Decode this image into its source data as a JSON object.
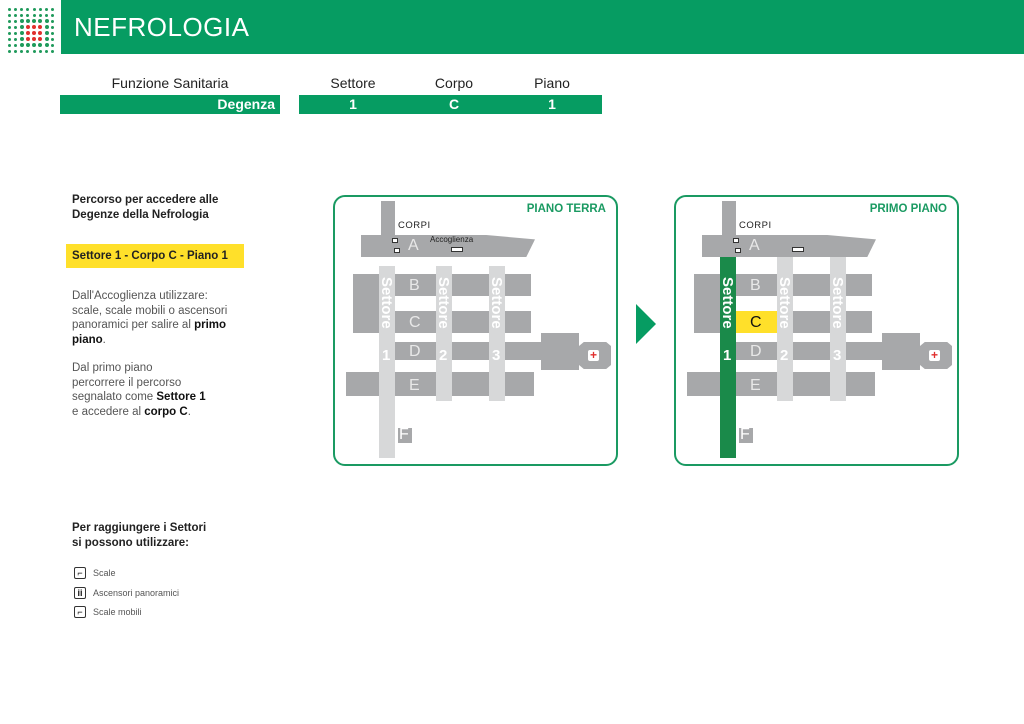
{
  "header": {
    "title": "NEFROLOGIA",
    "logo": "hospital-dot-cross-logo",
    "colors": {
      "brand_green": "#069c62",
      "logo_red": "#e0302e",
      "highlight_yellow": "#ffe02a"
    }
  },
  "info_table": {
    "headers": [
      "Funzione Sanitaria",
      "Settore",
      "Corpo",
      "Piano"
    ],
    "values": [
      "Degenza",
      "1",
      "C",
      "1"
    ]
  },
  "instructions": {
    "intro_line1": "Percorso per accedere alle",
    "intro_line2": "Degenze della Nefrologia",
    "highlight": "Settore 1 - Corpo C - Piano 1",
    "para1": {
      "line1": "Dall'Accoglienza utilizzare:",
      "line2": "scale, scale mobili o ascensori",
      "line3_pre": "panoramici per salire al ",
      "line3_bold": "primo",
      "line4_bold": "piano",
      "line4_post": "."
    },
    "para2": {
      "line1": "Dal primo piano",
      "line2": "percorrere il percorso",
      "line3_pre": "segnalato come ",
      "line3_bold": "Settore 1",
      "line4_pre": "e accedere al ",
      "line4_bold": "corpo C",
      "line4_post": "."
    }
  },
  "legend": {
    "title_line1": "Per raggiungere i Settori",
    "title_line2": "si possono utilizzare:",
    "items": [
      {
        "icon": "stairs-icon",
        "glyph": "⌐",
        "label": "Scale"
      },
      {
        "icon": "elevator-icon",
        "glyph": "ii",
        "label": "Ascensori panoramici"
      },
      {
        "icon": "escalator-icon",
        "glyph": "⌐",
        "label": "Scale mobili"
      }
    ]
  },
  "maps": [
    {
      "title": "PIANO TERRA",
      "corpi_label": "CORPI",
      "accoglienza_label": "Accoglienza",
      "blocks": [
        "A",
        "B",
        "C",
        "D",
        "E",
        "F"
      ],
      "sectors": [
        {
          "label": "Settore",
          "num": "1",
          "active": false
        },
        {
          "label": "Settore",
          "num": "2",
          "active": false
        },
        {
          "label": "Settore",
          "num": "3",
          "active": false
        }
      ],
      "highlight_block": null,
      "cross": "+"
    },
    {
      "title": "PRIMO PIANO",
      "corpi_label": "CORPI",
      "accoglienza_label": "",
      "blocks": [
        "A",
        "B",
        "C",
        "D",
        "E",
        "F"
      ],
      "sectors": [
        {
          "label": "Settore",
          "num": "1",
          "active": true
        },
        {
          "label": "Settore",
          "num": "2",
          "active": false
        },
        {
          "label": "Settore",
          "num": "3",
          "active": false
        }
      ],
      "highlight_block": "C",
      "cross": "+"
    }
  ]
}
